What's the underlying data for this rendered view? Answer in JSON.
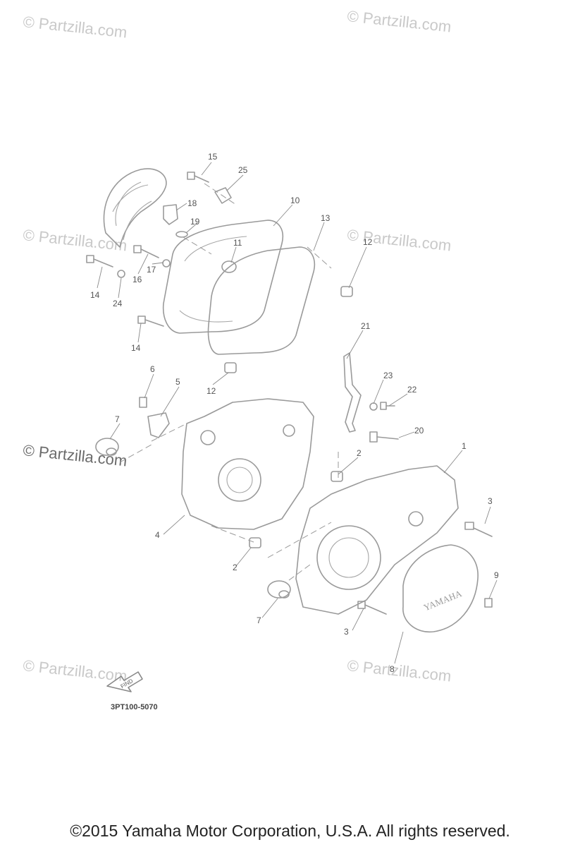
{
  "watermark": "© Partzilla.com",
  "callouts": [
    "1",
    "2",
    "3",
    "4",
    "5",
    "6",
    "7",
    "8",
    "9",
    "10",
    "11",
    "12",
    "13",
    "14",
    "15",
    "16",
    "17",
    "18",
    "19",
    "20",
    "21",
    "22",
    "23",
    "24",
    "25"
  ],
  "find_badge": "FIND",
  "cover_brand": "YAMAHA",
  "diagram_code": "3PT100-5070",
  "copyright": "©2015  Yamaha Motor Corporation, U.S.A. All rights reserved."
}
